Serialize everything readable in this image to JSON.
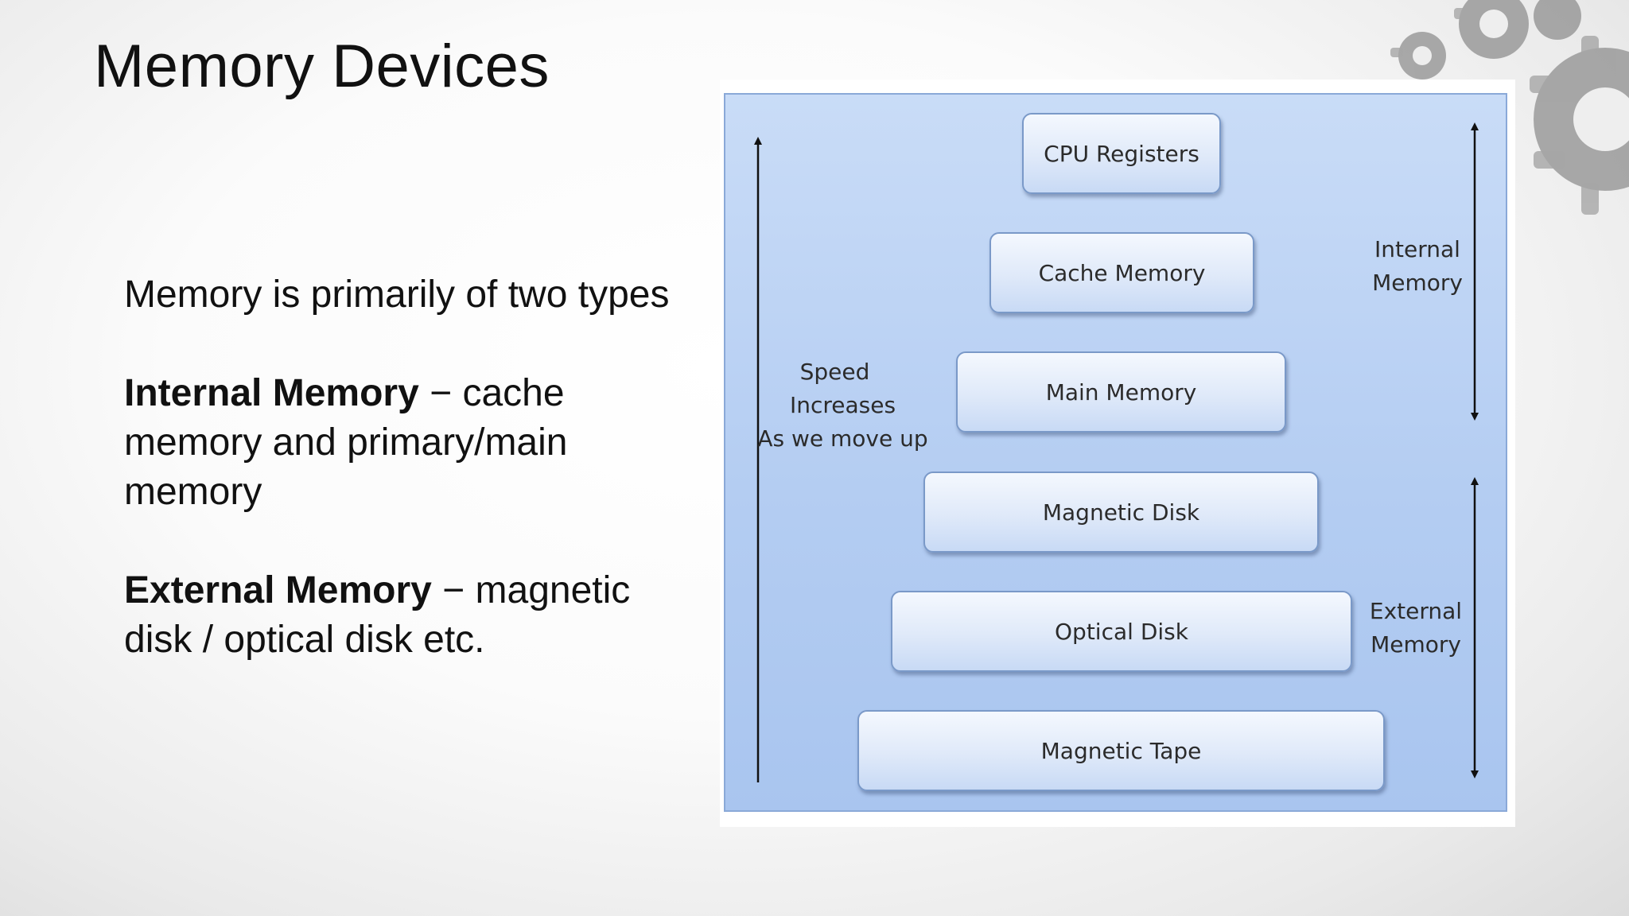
{
  "slide": {
    "title": "Memory Devices",
    "intro": "Memory is primarily of two types",
    "internal": {
      "term": "Internal Memory",
      "desc": " − cache memory and primary/main memory"
    },
    "external": {
      "term": "External Memory",
      "desc": " − magnetic disk / optical disk etc."
    }
  },
  "diagram": {
    "levels": [
      "CPU Registers",
      "Cache Memory",
      "Main Memory",
      "Magnetic Disk",
      "Optical Disk",
      "Magnetic Tape"
    ],
    "speed_label": [
      "Speed",
      "Increases",
      "As we move up"
    ],
    "internal_label": [
      "Internal",
      "Memory"
    ],
    "external_label": [
      "External",
      "Memory"
    ]
  }
}
